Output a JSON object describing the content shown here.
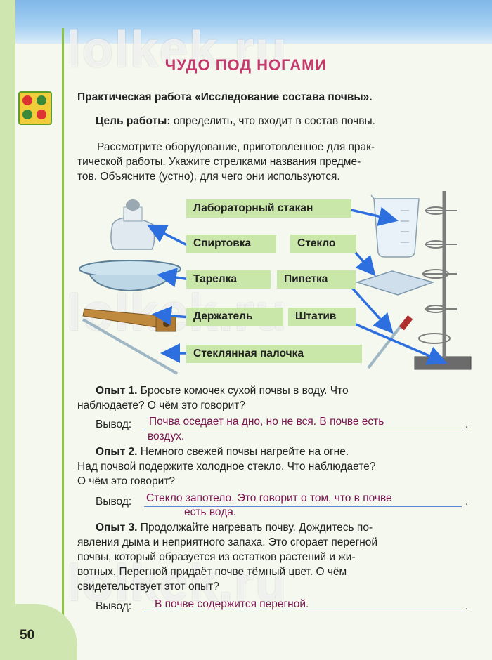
{
  "watermark": "lolkek.ru",
  "page_number": "50",
  "title": "ЧУДО ПОД НОГАМИ",
  "practical": "Практическая работа «Исследование состава почвы».",
  "goal_label": "Цель работы:",
  "goal_text": "определить, что входит в состав почвы.",
  "intro": {
    "line1": "Рассмотрите оборудование, приготовленное для прак-",
    "line2": "тической работы. Укажите стрелками названия предме-",
    "line3": "тов. Объясните (устно), для чего они используются."
  },
  "labels": {
    "beaker": "Лабораторный стакан",
    "burner": "Спиртовка",
    "glass": "Стекло",
    "plate": "Тарелка",
    "pipette": "Пипетка",
    "holder": "Держатель",
    "stand": "Штатив",
    "rod": "Стеклянная палочка"
  },
  "exp1": {
    "title": "Опыт 1.",
    "line1": "Бросьте комочек сухой почвы в воду. Что",
    "line2": "наблюдаете? О чём это говорит?",
    "conclusion_label": "Вывод:",
    "answer1": "Почва оседает на дно, но не вся. В почве есть",
    "answer2": "воздух."
  },
  "exp2": {
    "title": "Опыт 2.",
    "line1": "Немного свежей почвы нагрейте на огне.",
    "line2": "Над почвой подержите холодное стекло. Что наблюдаете?",
    "line3": "О чём это говорит?",
    "conclusion_label": "Вывод:",
    "answer1": "Стекло запотело. Это говорит о том, что в почве",
    "answer2": "есть вода."
  },
  "exp3": {
    "title": "Опыт 3.",
    "line1": "Продолжайте нагревать почву. Дождитесь по-",
    "line2": "явления дыма и неприятного запаха. Это сгорает перегной",
    "line3": "почвы, который образуется из остатков растений и жи-",
    "line4": "вотных. Перегной придаёт почве тёмный цвет. О чём",
    "line5": "свидетельствует этот опыт?",
    "conclusion_label": "Вывод:",
    "answer1": "В почве содержится перегной."
  },
  "period": ".",
  "colors": {
    "title": "#c43a6d",
    "label_bg": "#c9e7a8",
    "arrow": "#2e6fe0",
    "answer": "#7a1550",
    "accent_green": "#8cc43a"
  }
}
